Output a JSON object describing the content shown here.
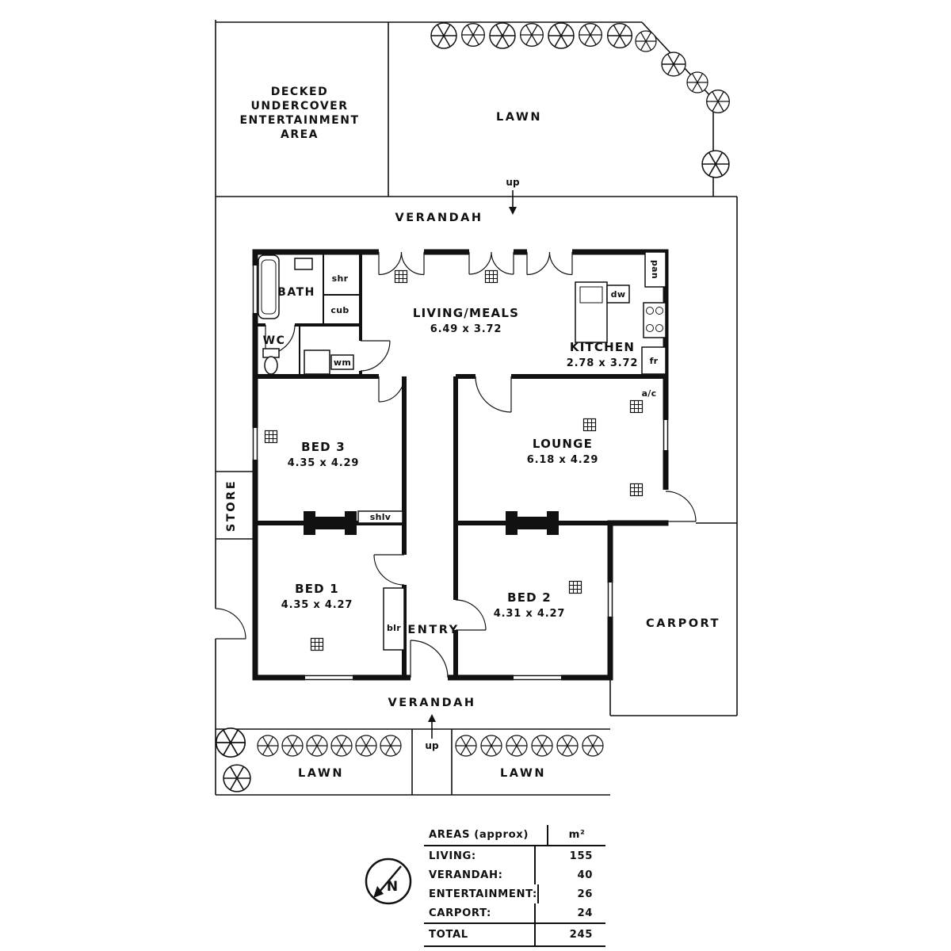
{
  "colors": {
    "ink": "#111111",
    "background": "#ffffff"
  },
  "site": {
    "entertainment": {
      "line1": "DECKED",
      "line2": "UNDERCOVER",
      "line3": "ENTERTAINMENT",
      "line4": "AREA"
    },
    "lawn_top": "LAWN",
    "lawn_bottom_left": "LAWN",
    "lawn_bottom_right": "LAWN",
    "verandah_top": "VERANDAH",
    "verandah_bottom": "VERANDAH",
    "up_top": "up",
    "up_bottom": "up",
    "store": "STORE",
    "carport": "CARPORT"
  },
  "rooms": {
    "living": {
      "name": "LIVING/MEALS",
      "dims": "6.49 x 3.72"
    },
    "kitchen": {
      "name": "KITCHEN",
      "dims": "2.78 x 3.72"
    },
    "lounge": {
      "name": "LOUNGE",
      "dims": "6.18 x 4.29"
    },
    "bed1": {
      "name": "BED 1",
      "dims": "4.35 x 4.27"
    },
    "bed2": {
      "name": "BED 2",
      "dims": "4.31 x 4.27"
    },
    "bed3": {
      "name": "BED 3",
      "dims": "4.35 x 4.29"
    },
    "bath": "BATH",
    "wc": "WC",
    "entry": "ENTRY"
  },
  "fixtures": {
    "shr": "shr",
    "cub": "cub",
    "wm": "wm",
    "dw": "dw",
    "pan": "pan",
    "fr": "fr",
    "ac": "a/c",
    "blr": "blr",
    "shlv": "shlv"
  },
  "compass": {
    "n": "N"
  },
  "areas_table": {
    "header": {
      "title": "AREAS (approx)",
      "unit": "m²"
    },
    "rows": [
      {
        "label": "LIVING:",
        "value": "155"
      },
      {
        "label": "VERANDAH:",
        "value": "40"
      },
      {
        "label": "ENTERTAINMENT:",
        "value": "26"
      },
      {
        "label": "CARPORT:",
        "value": "24"
      }
    ],
    "total": {
      "label": "TOTAL",
      "value": "245"
    }
  }
}
